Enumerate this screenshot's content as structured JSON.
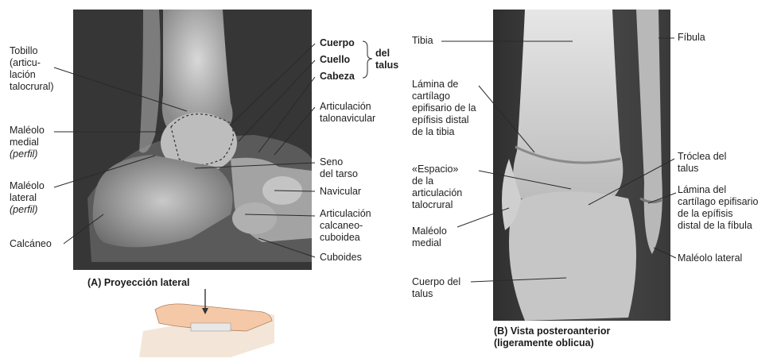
{
  "panel_a": {
    "caption": "(A) Proyección lateral",
    "labels": {
      "tobillo": "Tobillo\n(articu-\nlación\ntalocrural)",
      "maleolo_medial": "Maléolo\nmedial",
      "maleolo_medial_note": "(perfil)",
      "maleolo_lateral": "Maléolo\nlateral",
      "maleolo_lateral_note": "(perfil)",
      "calcaneo": "Calcáneo",
      "cuerpo": "Cuerpo",
      "cuello": "Cuello",
      "cabeza": "Cabeza",
      "del_talus": "del\ntalus",
      "art_talonavicular": "Articulación\ntalonavicular",
      "seno_tarso": "Seno\ndel tarso",
      "navicular": "Navicular",
      "art_calcaneocuboidea": "Articulación\ncalcaneo-\ncuboidea",
      "cuboides": "Cuboides"
    }
  },
  "panel_b": {
    "caption": "(B) Vista posteroanterior\n(ligeramente oblicua)",
    "labels": {
      "tibia": "Tibia",
      "lamina_tibia": "Lámina de\ncartílago\nepifisario de la\nepífisis distal\nde la tibia",
      "espacio": "«Espacio»\nde la\narticulación\ntalocrural",
      "maleolo_medial": "Maléolo\nmedial",
      "cuerpo_talus": "Cuerpo del\ntalus",
      "fibula": "Fíbula",
      "troclea": "Tróclea del\ntalus",
      "lamina_fibula": "Lámina del\ncartílago epifisario\nde la epífisis\ndistal de la fíbula",
      "maleolo_lateral": "Maléolo lateral"
    }
  }
}
